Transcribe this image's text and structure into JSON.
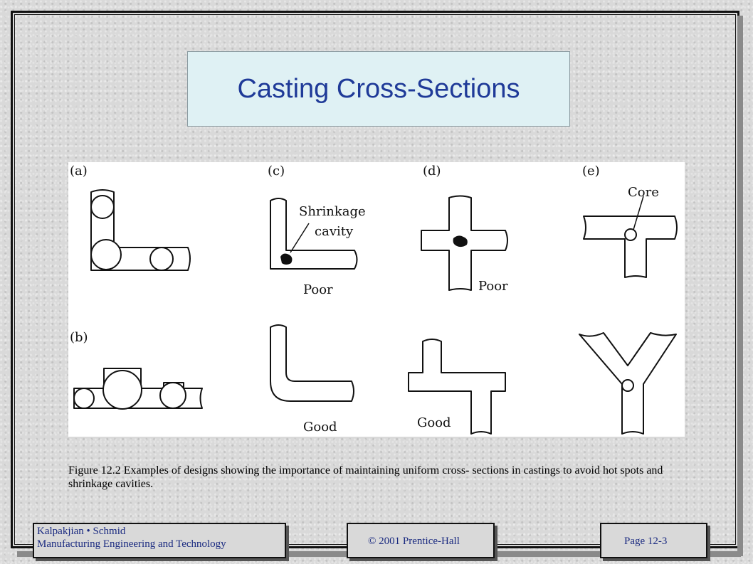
{
  "slide": {
    "title": "Casting Cross-Sections",
    "caption": "Figure 12.2 Examples of designs showing the importance of maintaining uniform cross- sections in castings to avoid hot spots and shrinkage cavities."
  },
  "figure": {
    "labels": {
      "a": "(a)",
      "b": "(b)",
      "c": "(c)",
      "d": "(d)",
      "e": "(e)"
    },
    "annotations": {
      "shrinkage": "Shrinkage",
      "cavity": "cavity",
      "core": "Core",
      "poor_c": "Poor",
      "poor_d": "Poor",
      "good_c": "Good",
      "good_d": "Good"
    }
  },
  "footer": {
    "authors": "Kalpakjian • Schmid",
    "book": "Manufacturing Engineering and Technology",
    "copyright": "© 2001 Prentice-Hall",
    "page": "Page 12-3"
  }
}
